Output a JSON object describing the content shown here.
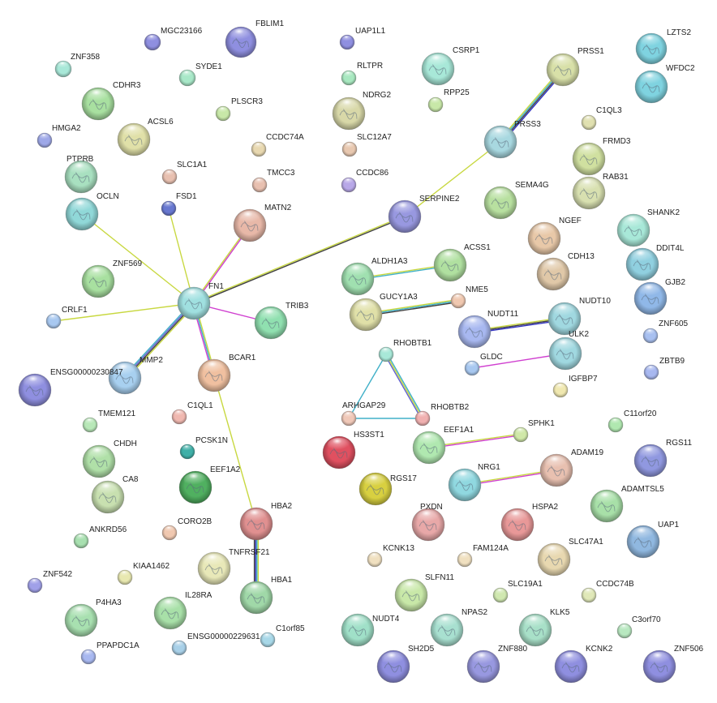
{
  "network": {
    "nodes": [
      {
        "id": "MGC23166",
        "color": "#8f8fe0"
      },
      {
        "id": "FBLIM1",
        "color": "#8f8fe0"
      },
      {
        "id": "UAP1L1",
        "color": "#8f8fe0"
      },
      {
        "id": "LZTS2",
        "color": "#7fd3e0"
      },
      {
        "id": "ZNF358",
        "color": "#a8e8d8"
      },
      {
        "id": "SYDE1",
        "color": "#a8e8c8"
      },
      {
        "id": "RLTPR",
        "color": "#a8e8c0"
      },
      {
        "id": "CSRP1",
        "color": "#a8e8d8"
      },
      {
        "id": "PRSS1",
        "color": "#d8e0a8"
      },
      {
        "id": "WFDC2",
        "color": "#7fd3e0"
      },
      {
        "id": "CDHR3",
        "color": "#a8e0a0"
      },
      {
        "id": "PLSCR3",
        "color": "#c8e8a8"
      },
      {
        "id": "NDRG2",
        "color": "#d8d8a8"
      },
      {
        "id": "RPP25",
        "color": "#c8e8a8"
      },
      {
        "id": "C1QL3",
        "color": "#e0e0b0"
      },
      {
        "id": "HMGA2",
        "color": "#9ea8e8"
      },
      {
        "id": "ACSL6",
        "color": "#e0e0a8"
      },
      {
        "id": "PRSS3",
        "color": "#a8d8e0"
      },
      {
        "id": "CCDC74A",
        "color": "#e8d8b0"
      },
      {
        "id": "SLC12A7",
        "color": "#e8c8b0"
      },
      {
        "id": "FRMD3",
        "color": "#d0e0a0"
      },
      {
        "id": "PTPRB",
        "color": "#a8e0c0"
      },
      {
        "id": "SLC1A1",
        "color": "#e8c0b0"
      },
      {
        "id": "TMCC3",
        "color": "#e8c0b0"
      },
      {
        "id": "CCDC86",
        "color": "#b8a8e8"
      },
      {
        "id": "RAB31",
        "color": "#d8e0b0"
      },
      {
        "id": "SEMA4G",
        "color": "#b8e0a0"
      },
      {
        "id": "OCLN",
        "color": "#90d8d8"
      },
      {
        "id": "FSD1",
        "color": "#6878d0"
      },
      {
        "id": "MATN2",
        "color": "#e8b8a8"
      },
      {
        "id": "SERPINE2",
        "color": "#9898e0"
      },
      {
        "id": "SHANK2",
        "color": "#a8e8d8"
      },
      {
        "id": "NGEF",
        "color": "#e8c8a8"
      },
      {
        "id": "DDIT4L",
        "color": "#90d0e0"
      },
      {
        "id": "ACSS1",
        "color": "#b0e0a0"
      },
      {
        "id": "ALDH1A3",
        "color": "#a0e0b0"
      },
      {
        "id": "ZNF569",
        "color": "#a8e0a0"
      },
      {
        "id": "CDH13",
        "color": "#e0c8a8"
      },
      {
        "id": "GJB2",
        "color": "#90b8e8"
      },
      {
        "id": "FN1",
        "color": "#a0e0e0"
      },
      {
        "id": "NME5",
        "color": "#f0c8b0"
      },
      {
        "id": "GUCY1A3",
        "color": "#e0e0a8"
      },
      {
        "id": "TRIB3",
        "color": "#90e0b0"
      },
      {
        "id": "CRLF1",
        "color": "#a8c8f0"
      },
      {
        "id": "NUDT10",
        "color": "#a0d8e0"
      },
      {
        "id": "NUDT11",
        "color": "#a8b8f0"
      },
      {
        "id": "ZNF605",
        "color": "#a8c0f0"
      },
      {
        "id": "ULK2",
        "color": "#a0d8e0"
      },
      {
        "id": "RHOBTB1",
        "color": "#a8e8d8"
      },
      {
        "id": "MMP2",
        "color": "#a8d0f0"
      },
      {
        "id": "BCAR1",
        "color": "#f0c0a0"
      },
      {
        "id": "ENSG00000230847",
        "color": "#8f8fe0"
      },
      {
        "id": "GLDC",
        "color": "#a8c8f0"
      },
      {
        "id": "ZBTB9",
        "color": "#a8b8f0"
      },
      {
        "id": "IGFBP7",
        "color": "#f0e8b0"
      },
      {
        "id": "C1QL1",
        "color": "#f0b8b0"
      },
      {
        "id": "ARHGAP29",
        "color": "#f0c8b8"
      },
      {
        "id": "RHOBTB2",
        "color": "#f0b0b0"
      },
      {
        "id": "TMEM121",
        "color": "#b8e8b8"
      },
      {
        "id": "SPHK1",
        "color": "#d0e8a8"
      },
      {
        "id": "C11orf20",
        "color": "#b0e8b0"
      },
      {
        "id": "EEF1A1",
        "color": "#b0e8b0"
      },
      {
        "id": "HS3ST1",
        "color": "#e05060"
      },
      {
        "id": "CHDH",
        "color": "#b0e0a8"
      },
      {
        "id": "PCSK1N",
        "color": "#40b0a8"
      },
      {
        "id": "ADAM19",
        "color": "#e8c0b0"
      },
      {
        "id": "RGS11",
        "color": "#9098e0"
      },
      {
        "id": "EEF1A2",
        "color": "#50b060"
      },
      {
        "id": "NRG1",
        "color": "#90d8e0"
      },
      {
        "id": "RGS17",
        "color": "#d8d040"
      },
      {
        "id": "CA8",
        "color": "#c8e0b0"
      },
      {
        "id": "ADAMTSL5",
        "color": "#a8e0a8"
      },
      {
        "id": "PXDN",
        "color": "#e8a8a8"
      },
      {
        "id": "HSPA2",
        "color": "#e89898"
      },
      {
        "id": "HBA2",
        "color": "#e09090"
      },
      {
        "id": "UAP1",
        "color": "#90b8e0"
      },
      {
        "id": "CORO2B",
        "color": "#f0c8b0"
      },
      {
        "id": "ANKRD56",
        "color": "#a8e0b0"
      },
      {
        "id": "KCNK13",
        "color": "#f0e0c0"
      },
      {
        "id": "FAM124A",
        "color": "#f0e0c0"
      },
      {
        "id": "SLC47A1",
        "color": "#e8d8b0"
      },
      {
        "id": "TNFRSF21",
        "color": "#e8e8b8"
      },
      {
        "id": "KIAA1462",
        "color": "#e8e8b0"
      },
      {
        "id": "ZNF542",
        "color": "#a0a0e8"
      },
      {
        "id": "SLFN11",
        "color": "#c8e8a8"
      },
      {
        "id": "SLC19A1",
        "color": "#d0e8b0"
      },
      {
        "id": "CCDC74B",
        "color": "#e0e8b8"
      },
      {
        "id": "HBA1",
        "color": "#a0d8a8"
      },
      {
        "id": "IL28RA",
        "color": "#a8e0a8"
      },
      {
        "id": "P4HA3",
        "color": "#a8e0b0"
      },
      {
        "id": "C3orf70",
        "color": "#b8e8c0"
      },
      {
        "id": "C1orf85",
        "color": "#a8d8e8"
      },
      {
        "id": "NUDT4",
        "color": "#a0e0c8"
      },
      {
        "id": "NPAS2",
        "color": "#a8e0d0"
      },
      {
        "id": "KLK5",
        "color": "#a8e0c8"
      },
      {
        "id": "ENSG00000229631",
        "color": "#a8d0e8"
      },
      {
        "id": "PPAPDC1A",
        "color": "#a8b8f0"
      },
      {
        "id": "SH2D5",
        "color": "#8f8fe0"
      },
      {
        "id": "ZNF880",
        "color": "#9898e0"
      },
      {
        "id": "KCNK2",
        "color": "#8f8fe0"
      },
      {
        "id": "ZNF506",
        "color": "#8f8fe0"
      }
    ],
    "edges": [
      {
        "from": "FN1",
        "to": "OCLN",
        "colors": [
          "#c8d840"
        ]
      },
      {
        "from": "FN1",
        "to": "FSD1",
        "colors": [
          "#c8d840"
        ]
      },
      {
        "from": "FN1",
        "to": "MATN2",
        "colors": [
          "#c8d840",
          "#d040d0"
        ]
      },
      {
        "from": "FN1",
        "to": "SERPINE2",
        "colors": [
          "#c8d840",
          "#404040"
        ]
      },
      {
        "from": "FN1",
        "to": "TRIB3",
        "colors": [
          "#d040d0"
        ]
      },
      {
        "from": "FN1",
        "to": "CRLF1",
        "colors": [
          "#c8d840"
        ]
      },
      {
        "from": "FN1",
        "to": "MMP2",
        "colors": [
          "#c8d840",
          "#404040",
          "#6060d0",
          "#40b0c8"
        ]
      },
      {
        "from": "FN1",
        "to": "BCAR1",
        "colors": [
          "#c8d840",
          "#40b0c8",
          "#d040d0"
        ]
      },
      {
        "from": "SERPINE2",
        "to": "PRSS3",
        "colors": [
          "#c8d840"
        ]
      },
      {
        "from": "PRSS3",
        "to": "PRSS1",
        "colors": [
          "#c8d840",
          "#40b0c8",
          "#404040",
          "#3030c0"
        ]
      },
      {
        "from": "BCAR1",
        "to": "HBA2",
        "colors": [
          "#c8d840"
        ]
      },
      {
        "from": "HBA2",
        "to": "HBA1",
        "colors": [
          "#c8d840",
          "#40b0c8",
          "#3030c0",
          "#404040"
        ]
      },
      {
        "from": "ALDH1A3",
        "to": "ACSS1",
        "colors": [
          "#c8d840",
          "#40b0c8"
        ]
      },
      {
        "from": "GUCY1A3",
        "to": "NME5",
        "colors": [
          "#c8d840",
          "#40b0c8",
          "#404040"
        ]
      },
      {
        "from": "NUDT11",
        "to": "NUDT10",
        "colors": [
          "#c8d840",
          "#404040",
          "#3030c0"
        ]
      },
      {
        "from": "GLDC",
        "to": "ULK2",
        "colors": [
          "#d040d0"
        ]
      },
      {
        "from": "RHOBTB1",
        "to": "ARHGAP29",
        "colors": [
          "#40b0c8"
        ]
      },
      {
        "from": "RHOBTB1",
        "to": "RHOBTB2",
        "colors": [
          "#40b0c8",
          "#c8d840",
          "#6060d0"
        ]
      },
      {
        "from": "ARHGAP29",
        "to": "RHOBTB2",
        "colors": [
          "#40b0c8"
        ]
      },
      {
        "from": "EEF1A1",
        "to": "SPHK1",
        "colors": [
          "#c8d840",
          "#d040d0"
        ]
      },
      {
        "from": "NRG1",
        "to": "ADAM19",
        "colors": [
          "#c8d840",
          "#d040d0"
        ]
      },
      {
        "from": "PXDN",
        "to": "HSPA2",
        "colors": []
      }
    ]
  }
}
